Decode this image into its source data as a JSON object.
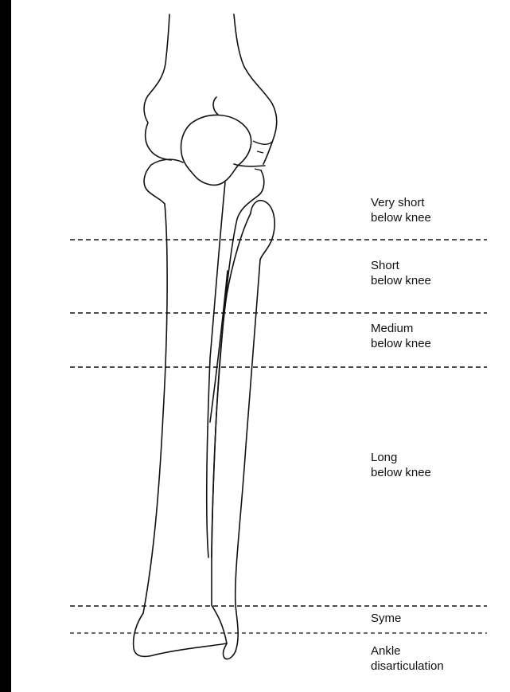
{
  "colors": {
    "frame": "#000000",
    "paper": "#ffffff",
    "ink": "#111111"
  },
  "levels": [
    {
      "line1": "Very short",
      "line2": "below knee"
    },
    {
      "line1": "Short",
      "line2": "below knee"
    },
    {
      "line1": "Medium",
      "line2": "below knee"
    },
    {
      "line1": "Long",
      "line2": "below knee"
    },
    {
      "line1": "Syme",
      "line2": ""
    },
    {
      "line1": "Ankle",
      "line2": "disarticulation"
    }
  ]
}
